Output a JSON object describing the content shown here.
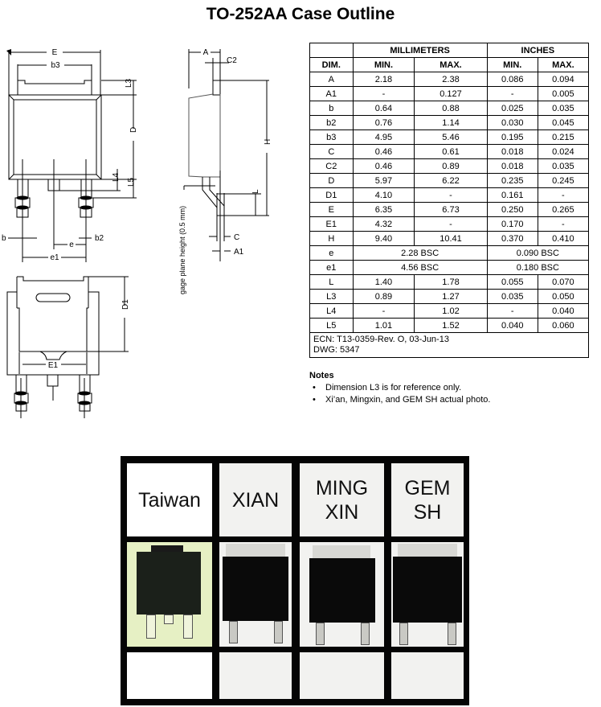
{
  "title": "TO-252AA Case Outline",
  "drawing_labels": {
    "E": "E",
    "b3": "b3",
    "L3": "L3",
    "D": "D",
    "L4": "L4",
    "L5": "L5",
    "b": "b",
    "b2": "b2",
    "e": "e",
    "e1": "e1",
    "A": "A",
    "C2": "C2",
    "H": "H",
    "L": "L",
    "C": "C",
    "A1": "A1",
    "gage": "gage plane height (0.5 mm)",
    "D1": "D1",
    "E1": "E1"
  },
  "table": {
    "group_headers": [
      "MILLIMETERS",
      "INCHES"
    ],
    "columns": [
      "DIM.",
      "MIN.",
      "MAX.",
      "MIN.",
      "MAX."
    ],
    "rows": [
      [
        "A",
        "2.18",
        "2.38",
        "0.086",
        "0.094"
      ],
      [
        "A1",
        "-",
        "0.127",
        "-",
        "0.005"
      ],
      [
        "b",
        "0.64",
        "0.88",
        "0.025",
        "0.035"
      ],
      [
        "b2",
        "0.76",
        "1.14",
        "0.030",
        "0.045"
      ],
      [
        "b3",
        "4.95",
        "5.46",
        "0.195",
        "0.215"
      ],
      [
        "C",
        "0.46",
        "0.61",
        "0.018",
        "0.024"
      ],
      [
        "C2",
        "0.46",
        "0.89",
        "0.018",
        "0.035"
      ],
      [
        "D",
        "5.97",
        "6.22",
        "0.235",
        "0.245"
      ],
      [
        "D1",
        "4.10",
        "-",
        "0.161",
        "-"
      ],
      [
        "E",
        "6.35",
        "6.73",
        "0.250",
        "0.265"
      ],
      [
        "E1",
        "4.32",
        "-",
        "0.170",
        "-"
      ],
      [
        "H",
        "9.40",
        "10.41",
        "0.370",
        "0.410"
      ]
    ],
    "bsc_rows": [
      [
        "e",
        "2.28 BSC",
        "0.090 BSC"
      ],
      [
        "e1",
        "4.56 BSC",
        "0.180 BSC"
      ]
    ],
    "rows2": [
      [
        "L",
        "1.40",
        "1.78",
        "0.055",
        "0.070"
      ],
      [
        "L3",
        "0.89",
        "1.27",
        "0.035",
        "0.050"
      ],
      [
        "L4",
        "-",
        "1.02",
        "-",
        "0.040"
      ],
      [
        "L5",
        "1.01",
        "1.52",
        "0.040",
        "0.060"
      ]
    ],
    "ecn": "ECN: T13-0359-Rev. O, 03-Jun-13",
    "dwg": "DWG: 5347"
  },
  "notes": {
    "heading": "Notes",
    "items": [
      "Dimension L3 is for reference only.",
      "Xi’an, Mingxin, and GEM SH actual photo."
    ]
  },
  "photo": {
    "headers": [
      "Taiwan",
      "XIAN",
      "MING\nXIN",
      "GEM\nSH"
    ],
    "taiwan_tint": "#e6f0c4"
  }
}
